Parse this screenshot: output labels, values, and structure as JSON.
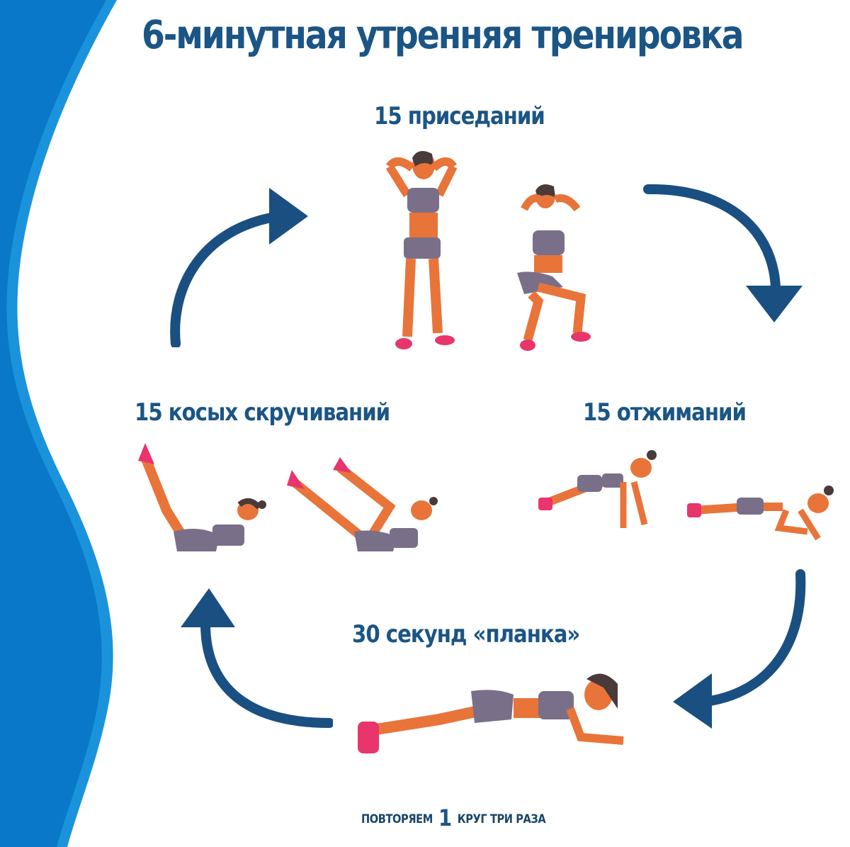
{
  "title": "6-минутная утренняя тренировка",
  "exercises": [
    {
      "label": "15 приседаний",
      "figures": [
        "squat-standing",
        "squat-down"
      ]
    },
    {
      "label": "15 отжиманий",
      "figures": [
        "pushup-up",
        "pushup-down"
      ]
    },
    {
      "label": "30 секунд «планка»",
      "figures": [
        "plank"
      ]
    },
    {
      "label": "15 косых скручиваний",
      "figures": [
        "crunch-start",
        "crunch-twist"
      ]
    }
  ],
  "footer": {
    "before": "ПОВТОРЯЕМ",
    "number": "1",
    "after": "КРУГ ТРИ РАЗА"
  },
  "colors": {
    "wave_dark": "#0a78c8",
    "wave_light": "#1a93dc",
    "text": "#1b5585",
    "arrow": "#1a4f82",
    "skin": "#e8743a",
    "outfit": "#7a6f88",
    "shoes": "#e8356b"
  }
}
